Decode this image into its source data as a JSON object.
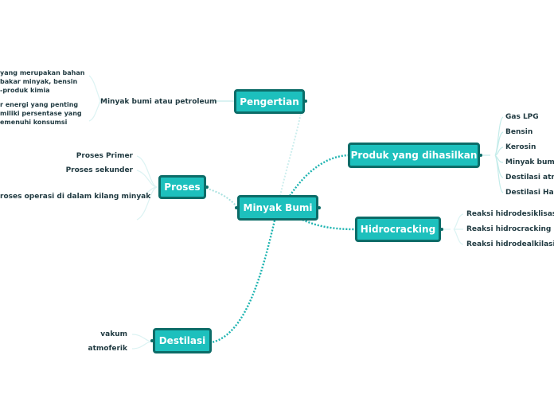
{
  "center": {
    "label": "Minyak Bumi"
  },
  "branches": {
    "pengertian": {
      "label": "Pengertian",
      "sub": "Minyak bumi atau petroleum",
      "details": [
        [
          "yang merupakan bahan",
          "bakar minyak, bensin",
          "-produk kimia"
        ],
        [
          "r energi yang penting",
          "miliki persentase yang",
          "emenuhi konsumsi"
        ]
      ]
    },
    "proses": {
      "label": "Proses",
      "items": [
        "Proses Primer",
        "Proses sekunder",
        "roses operasi di dalam kilang minyak"
      ]
    },
    "destilasi": {
      "label": "Destilasi",
      "items": [
        "vakum",
        "atmoferik"
      ]
    },
    "produk": {
      "label": "Produk yang dihasilkan",
      "items": [
        "Gas LPG",
        "Bensin",
        "Kerosin",
        "Minyak bumi",
        "Destilasi atmo",
        "Destilasi Ham"
      ]
    },
    "hidro": {
      "label": "Hidrocracking",
      "items": [
        "Reaksi hidrodesiklisasi",
        "Reaksi hidrocracking par",
        "Reaksi hidrodealkilasi"
      ]
    }
  },
  "colors": {
    "node_fill": "#1dc0bd",
    "node_border": "#0c6c68",
    "link": "#1cb3b0",
    "faint_link": "#cdeeee",
    "text": "#1f3940"
  }
}
